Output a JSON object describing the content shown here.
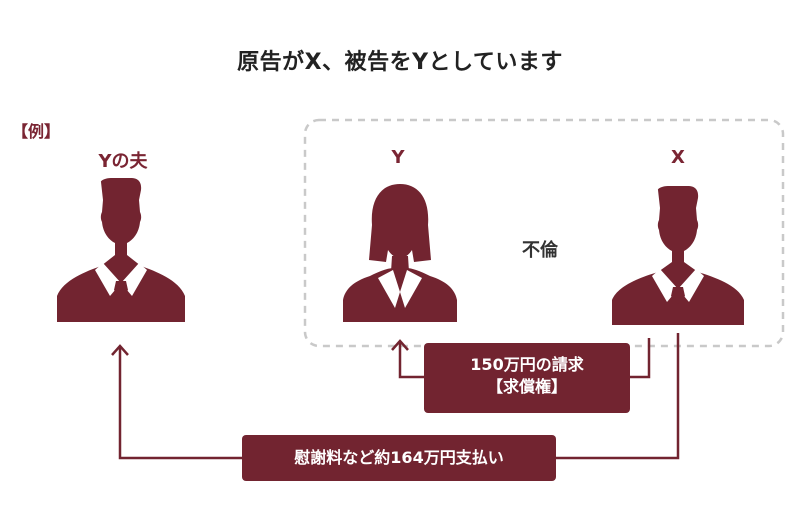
{
  "title": "原告がX、被告をYとしています",
  "example_label": "【例】",
  "persons": {
    "husband": "Yの夫",
    "y": "Y",
    "x": "X"
  },
  "relation_label": "不倫",
  "claims": {
    "reimbursement_line1": "150万円の請求",
    "reimbursement_line2": "【求償権】",
    "consolation": "慰謝料など約164万円支払い"
  },
  "colors": {
    "maroon": "#722430",
    "dashed_border": "#c9c9c9"
  }
}
